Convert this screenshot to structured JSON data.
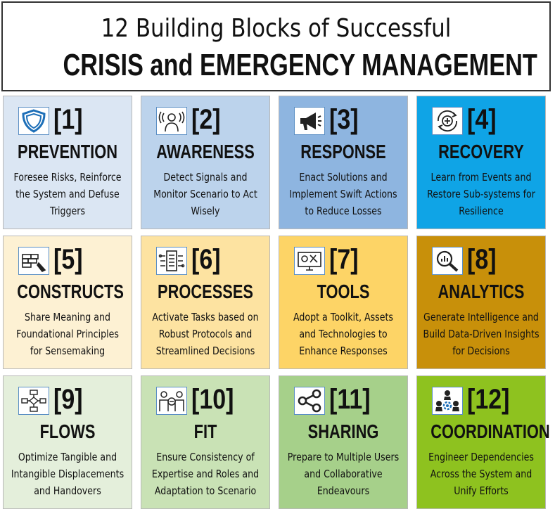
{
  "header": {
    "line1": "12 Building Blocks of Successful",
    "line2": "CRISIS and EMERGENCY MANAGEMENT"
  },
  "tiles": [
    {
      "num": "[1]",
      "name": "PREVENTION",
      "icon": "shield-icon",
      "color": "#dbe6f3",
      "text": "#111111",
      "desc": [
        "Foresee Risks, Reinforce",
        "the System and Defuse",
        "Triggers"
      ]
    },
    {
      "num": "[2]",
      "name": "AWARENESS",
      "icon": "signals-person-icon",
      "color": "#bcd3ec",
      "text": "#111111",
      "desc": [
        "Detect Signals and",
        "Monitor Scenario to Act",
        "Wisely"
      ]
    },
    {
      "num": "[3]",
      "name": "RESPONSE",
      "icon": "megaphone-icon",
      "color": "#8eb5e0",
      "text": "#111111",
      "desc": [
        "Enact Solutions and",
        "Implement Swift Actions",
        "to Reduce Losses"
      ]
    },
    {
      "num": "[4]",
      "name": "RECOVERY",
      "icon": "recovery-cycle-icon",
      "color": "#0fa4e6",
      "text": "#111111",
      "desc": [
        "Learn from Events and",
        "Restore Sub-systems for",
        "Resilience"
      ]
    },
    {
      "num": "[5]",
      "name": "CONSTRUCTS",
      "icon": "bricks-trowel-icon",
      "color": "#fdf1d3",
      "text": "#111111",
      "desc": [
        "Share Meaning and",
        "Foundational Principles",
        "for Sensemaking"
      ]
    },
    {
      "num": "[6]",
      "name": "PROCESSES",
      "icon": "document-process-icon",
      "color": "#fde3a1",
      "text": "#111111",
      "desc": [
        "Activate Tasks based on",
        "Robust Protocols and",
        "Streamlined Decisions"
      ]
    },
    {
      "num": "[7]",
      "name": "TOOLS",
      "icon": "tools-monitor-icon",
      "color": "#fdd466",
      "text": "#111111",
      "desc": [
        "Adopt a Toolkit, Assets",
        "and Technologies to",
        "Enhance Responses"
      ]
    },
    {
      "num": "[8]",
      "name": "ANALYTICS",
      "icon": "magnifier-chart-icon",
      "color": "#c8900a",
      "text": "#111111",
      "desc": [
        "Generate Intelligence and",
        "Build Data-Driven Insights",
        "for Decisions"
      ]
    },
    {
      "num": "[9]",
      "name": "FLOWS",
      "icon": "flowchart-icon",
      "color": "#e4efdb",
      "text": "#111111",
      "desc": [
        "Optimize Tangible and",
        "Intangible Displacements",
        "and Handovers"
      ]
    },
    {
      "num": "[10]",
      "name": "FIT",
      "icon": "team-fit-icon",
      "color": "#c9e2b5",
      "text": "#111111",
      "desc": [
        "Ensure Consistency of",
        "Expertise and Roles and",
        "Adaptation to Scenario"
      ]
    },
    {
      "num": "[11]",
      "name": "SHARING",
      "icon": "share-icon",
      "color": "#a6d08a",
      "text": "#111111",
      "desc": [
        "Prepare to Multiple Users",
        "and Collaborative",
        "Endeavours"
      ]
    },
    {
      "num": "[12]",
      "name": "COORDINATION",
      "icon": "team-gear-icon",
      "color": "#8ec21f",
      "text": "#111111",
      "desc": [
        "Engineer Dependencies",
        "Across the System and",
        "Unify Efforts"
      ]
    }
  ]
}
